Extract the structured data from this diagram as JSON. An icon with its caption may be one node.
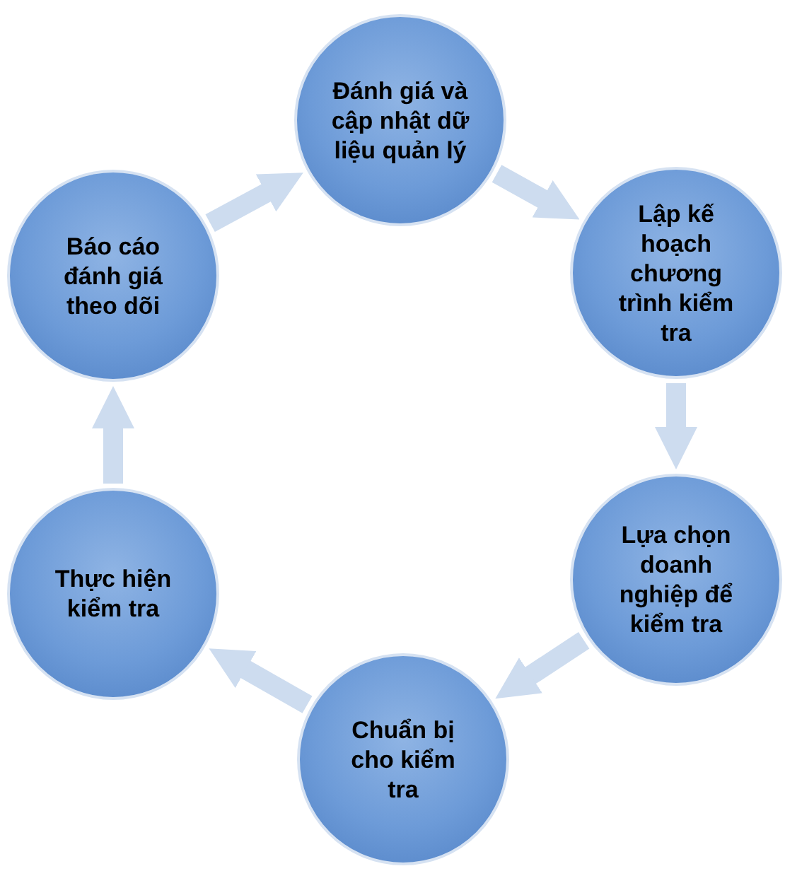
{
  "diagram": {
    "nodes": [
      {
        "text": [
          "Đánh giá và cập nhật dữ liệu quản lý"
        ]
      },
      {
        "text": [
          "Lập kế hoạch chương trình kiểm tra"
        ]
      },
      {
        "text": [
          "Lựa chọn doanh nghiệp để kiểm tra"
        ]
      },
      {
        "text": [
          "Chuẩn bị cho kiểm tra"
        ]
      },
      {
        "text": [
          "Thực hiện kiểm tra"
        ]
      },
      {
        "text": [
          "Báo cáo đánh giá theo dõi"
        ]
      }
    ],
    "edges": [
      {
        "from": 5,
        "to": 0,
        "arrow": "to"
      },
      {
        "from": 0,
        "to": 1,
        "arrow": "to"
      },
      {
        "from": 1,
        "to": 2,
        "arrow": "to"
      },
      {
        "from": 2,
        "to": 3,
        "arrow": "to"
      },
      {
        "from": 3,
        "to": 4,
        "arrow": "to"
      },
      {
        "from": 4,
        "to": 5,
        "arrow": "to"
      }
    ]
  }
}
